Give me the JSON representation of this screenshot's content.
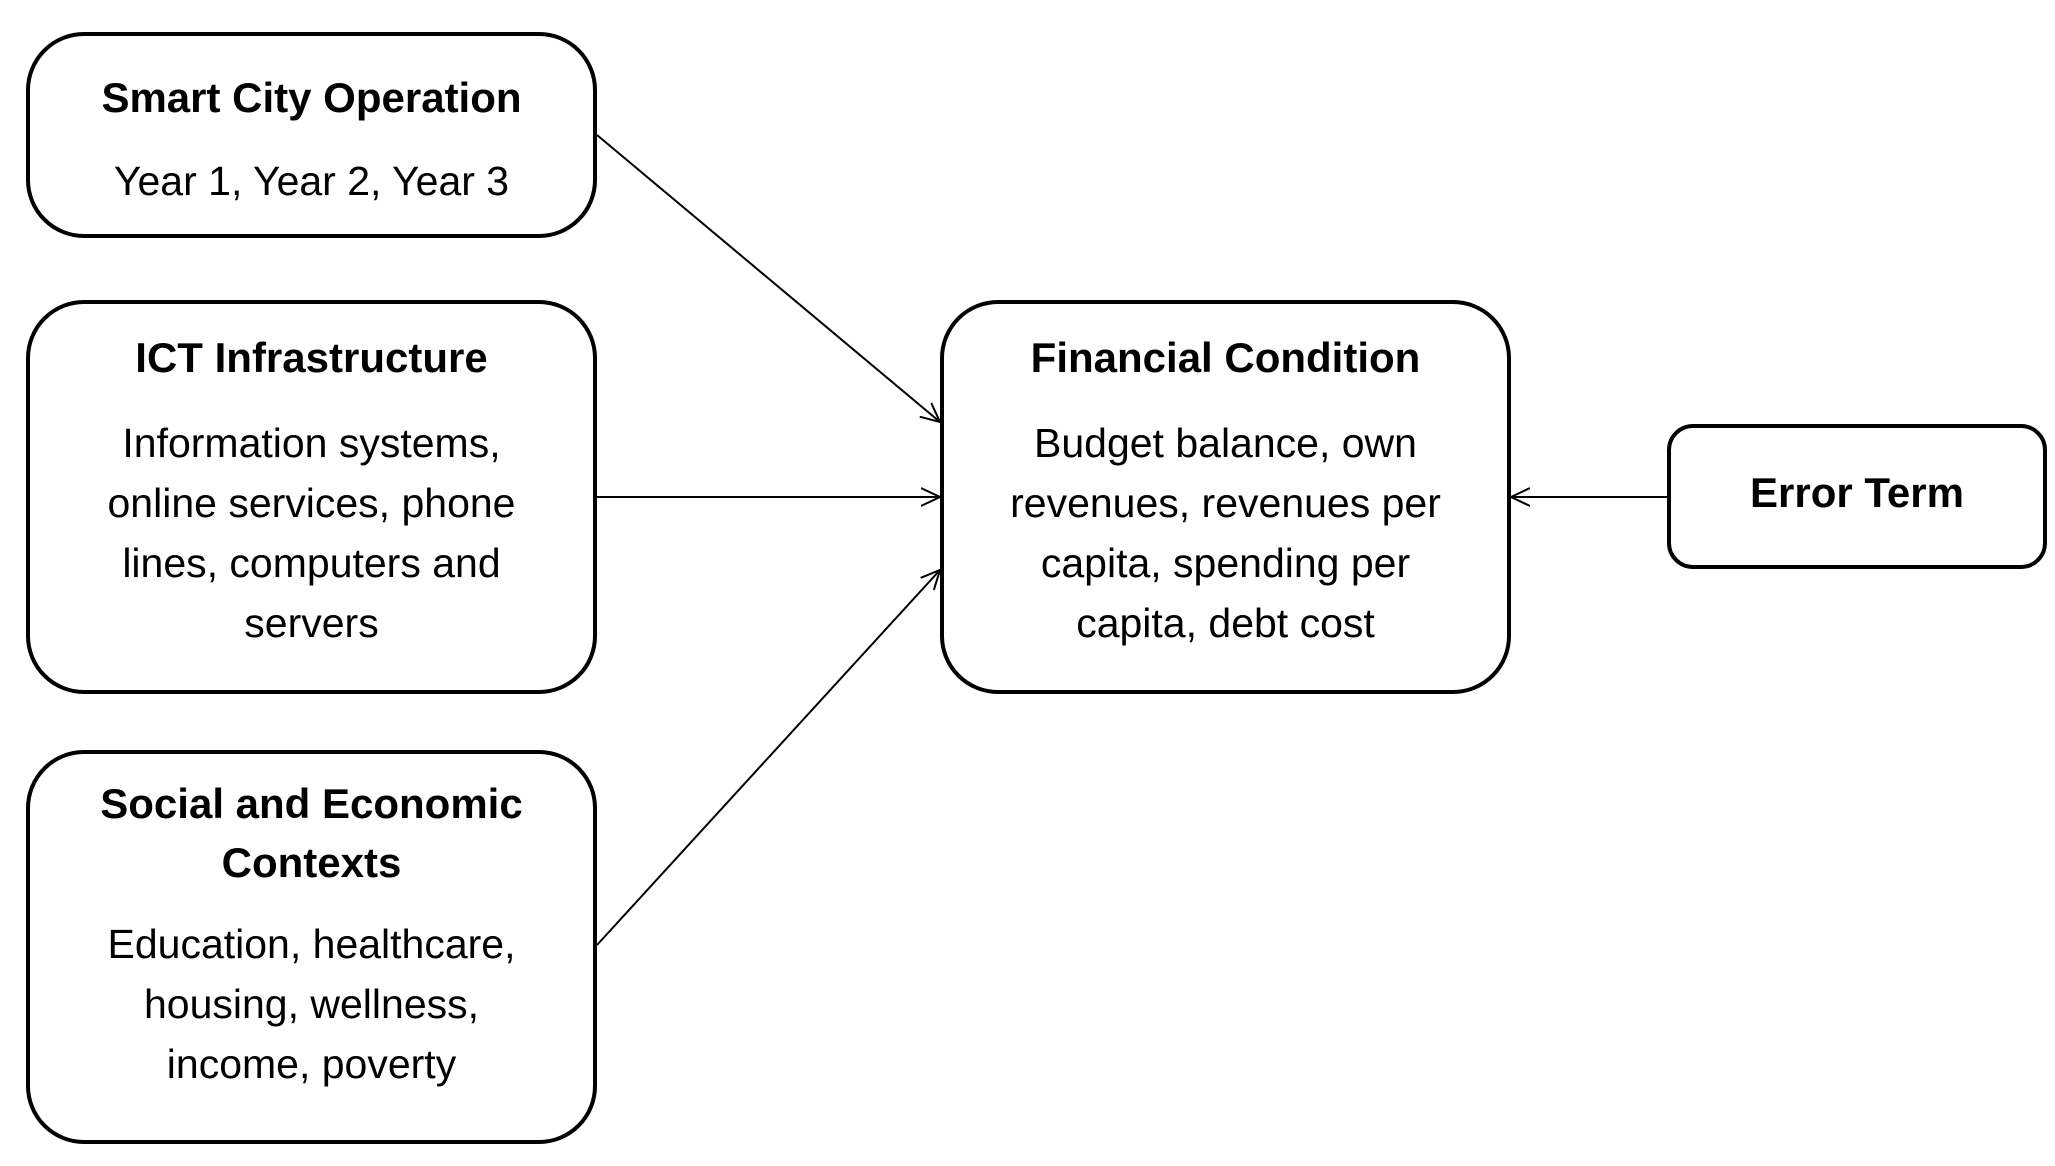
{
  "nodes": {
    "smart_city": {
      "title": "Smart City Operation",
      "body": "Year 1, Year 2, Year 3"
    },
    "ict": {
      "title": "ICT Infrastructure",
      "body_lines": [
        "Information systems,",
        "online services, phone",
        "lines, computers and",
        "servers"
      ]
    },
    "social": {
      "title_lines": [
        "Social and Economic",
        "Contexts"
      ],
      "body_lines": [
        "Education, healthcare,",
        "housing, wellness,",
        "income, poverty"
      ]
    },
    "financial": {
      "title": "Financial Condition",
      "body_lines": [
        "Budget balance, own",
        "revenues, revenues per",
        "capita, spending per",
        "capita, debt cost"
      ]
    },
    "error": {
      "title": "Error Term"
    }
  },
  "edges": [
    {
      "from": "Smart City Operation",
      "to": "Financial Condition"
    },
    {
      "from": "ICT Infrastructure",
      "to": "Financial Condition"
    },
    {
      "from": "Social and Economic Contexts",
      "to": "Financial Condition"
    },
    {
      "from": "Error Term",
      "to": "Financial Condition"
    }
  ],
  "colors": {
    "stroke": "#000000",
    "background": "#ffffff"
  }
}
